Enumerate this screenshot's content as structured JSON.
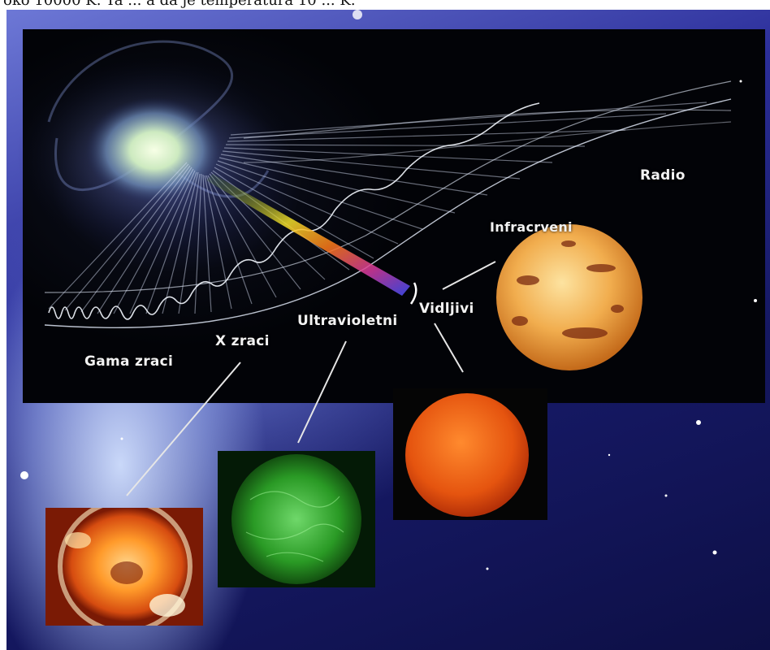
{
  "header_text": "oko 10000 K. Ta ... a da je temperatura 10 ... K.",
  "labels": {
    "radio": "Radio",
    "infrared": "Infracrveni",
    "visible": "Vidljivi",
    "ultraviolet": "Ultravioletni",
    "xray": "X zraci",
    "gamma": "Gama zraci"
  },
  "colors": {
    "panel": "#05060c",
    "label": "#f2f2f2",
    "xray_sun": "#ff9a2a",
    "uv_sun": "#2fae2a",
    "visible_sun": "#e8540f",
    "infrared_sun": "#f0a640"
  }
}
